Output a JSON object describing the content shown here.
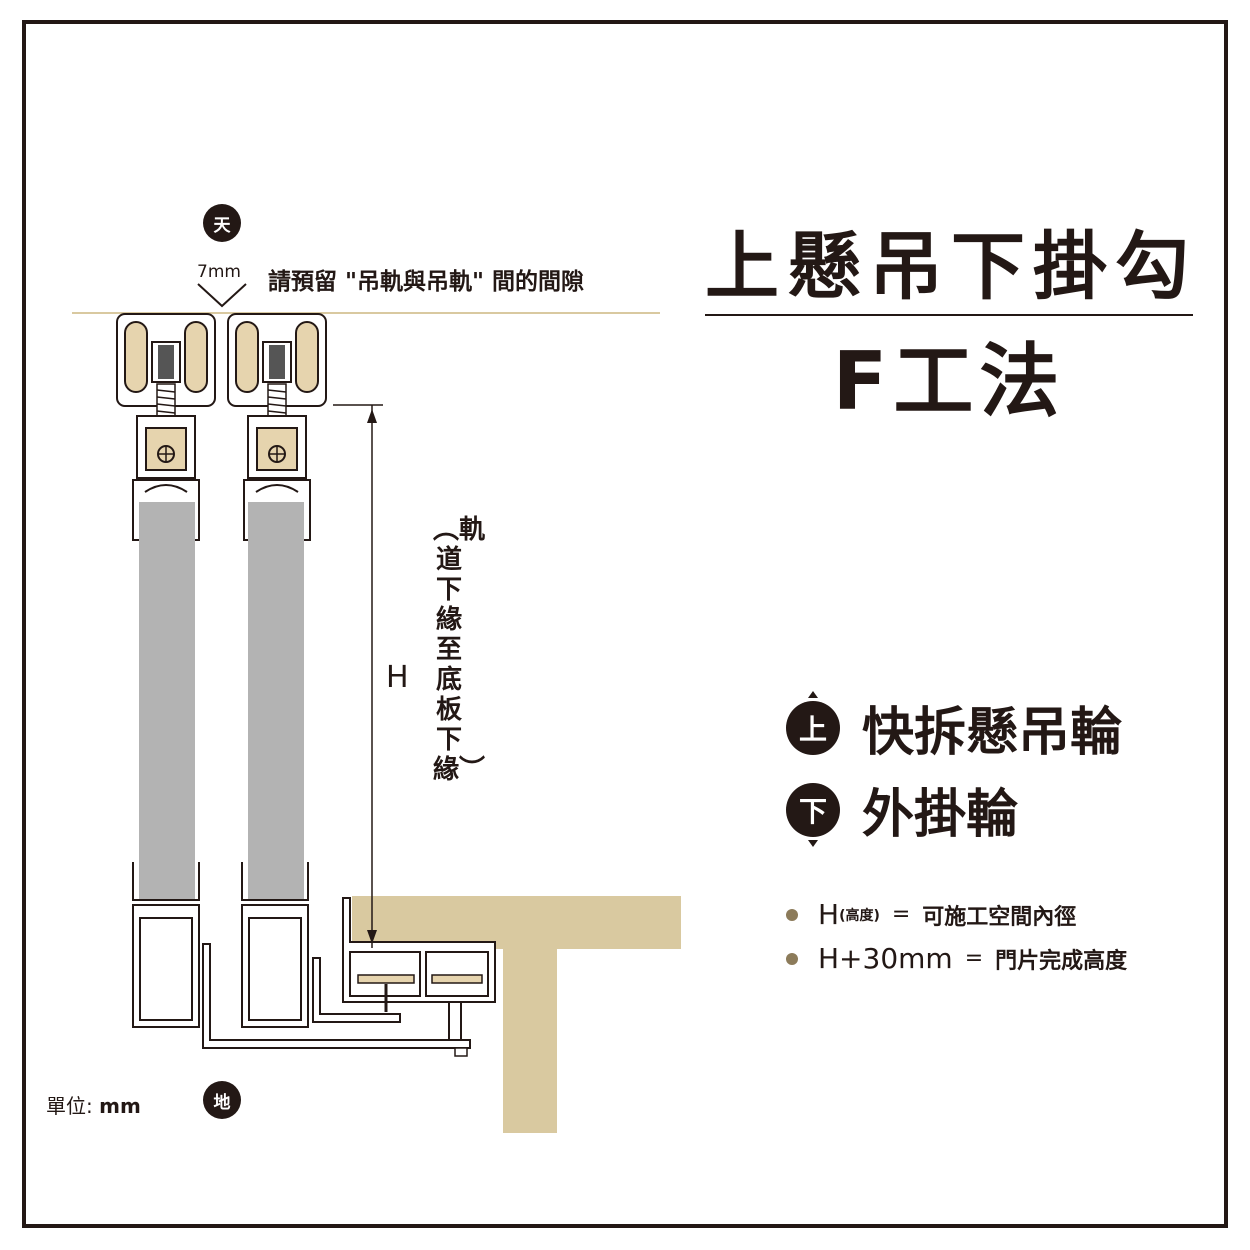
{
  "title": {
    "main": "上懸吊下掛勾",
    "sub": "F工法"
  },
  "features": [
    {
      "badge": "上",
      "label": "快拆懸吊輪"
    },
    {
      "badge": "下",
      "label": "外掛輪"
    }
  ],
  "notes": [
    {
      "main": "H",
      "small": "(高度)",
      "eq": "=",
      "desc": "可施工空間內徑"
    },
    {
      "main": "H+30mm",
      "eq": "=",
      "desc": "門片完成高度"
    }
  ],
  "diagram": {
    "top_badge": "天",
    "bottom_badge": "地",
    "gap_value": "7mm",
    "gap_note": "請預留 \"吊軌與吊軌\" 間的間隙",
    "h_label": "H",
    "h_desc": "︵軌道下緣至底板下緣︶",
    "unit_label": "單位:",
    "unit_value": "mm"
  },
  "colors": {
    "dark": "#231815",
    "wood": "#d9c9a0",
    "door_panel": "#b3b3b3",
    "wheel": "#e6d4ae",
    "bullet": "#8c7b5a",
    "ceiling_line": "#d9c9a0"
  }
}
